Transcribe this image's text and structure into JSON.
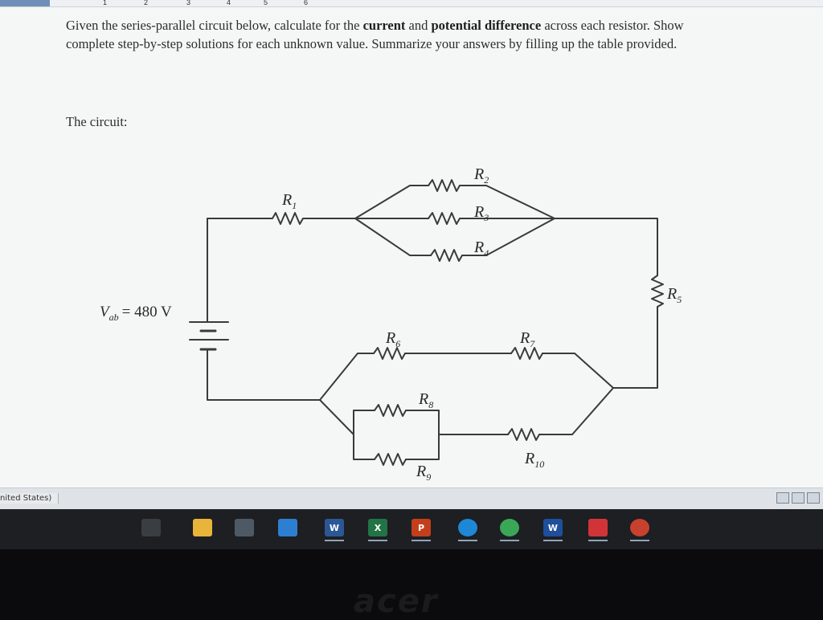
{
  "ruler": {
    "marks": [
      "1",
      "2",
      "3",
      "4",
      "5",
      "6"
    ]
  },
  "document": {
    "problem_text_1": "Given the series-parallel circuit below, calculate for the ",
    "problem_bold_1": "current",
    "problem_text_2": " and ",
    "problem_bold_2": "potential difference",
    "problem_text_3": " across each resistor. Show complete step-by-step solutions for each unknown value. Summarize your answers by filling up the table provided.",
    "circuit_label": "The circuit:"
  },
  "circuit": {
    "source_label": "V",
    "source_sub": "ab",
    "source_value": "= 480 V",
    "resistors": {
      "R1": {
        "letter": "R",
        "sub": "1"
      },
      "R2": {
        "letter": "R",
        "sub": "2"
      },
      "R3": {
        "letter": "R",
        "sub": "3"
      },
      "R4": {
        "letter": "R",
        "sub": "4"
      },
      "R5": {
        "letter": "R",
        "sub": "5"
      },
      "R6": {
        "letter": "R",
        "sub": "6"
      },
      "R7": {
        "letter": "R",
        "sub": "7"
      },
      "R8": {
        "letter": "R",
        "sub": "8"
      },
      "R9": {
        "letter": "R",
        "sub": "9"
      },
      "R10": {
        "letter": "R",
        "sub": "10"
      }
    }
  },
  "statusbar": {
    "language": "nited States)"
  },
  "taskbar": {
    "apps": [
      {
        "name": "task-view-icon",
        "label": "",
        "color": "#3a3d42"
      },
      {
        "name": "file-explorer-icon",
        "label": "",
        "color": "#e8b43a"
      },
      {
        "name": "store-icon",
        "label": "",
        "color": "#4d5a66"
      },
      {
        "name": "mail-icon",
        "label": "",
        "color": "#2d7fd1"
      },
      {
        "name": "word-icon",
        "label": "W",
        "color": "#2b5797"
      },
      {
        "name": "excel-icon",
        "label": "X",
        "color": "#227447"
      },
      {
        "name": "powerpoint-icon",
        "label": "P",
        "color": "#c43e1c"
      },
      {
        "name": "edge-icon",
        "label": "",
        "color": "#1e88d6"
      },
      {
        "name": "chrome-icon",
        "label": "",
        "color": "#3aa757"
      },
      {
        "name": "word-online-icon",
        "label": "W",
        "color": "#1f4e9c"
      },
      {
        "name": "ccleaner-icon",
        "label": "",
        "color": "#d13438"
      },
      {
        "name": "chrome-canary-icon",
        "label": "",
        "color": "#c8412f"
      }
    ]
  },
  "bezel": {
    "brand": "acer"
  },
  "colors": {
    "wire": "#3a3a3a",
    "text": "#2d2d2d",
    "taskbar": "#1d1f22"
  }
}
